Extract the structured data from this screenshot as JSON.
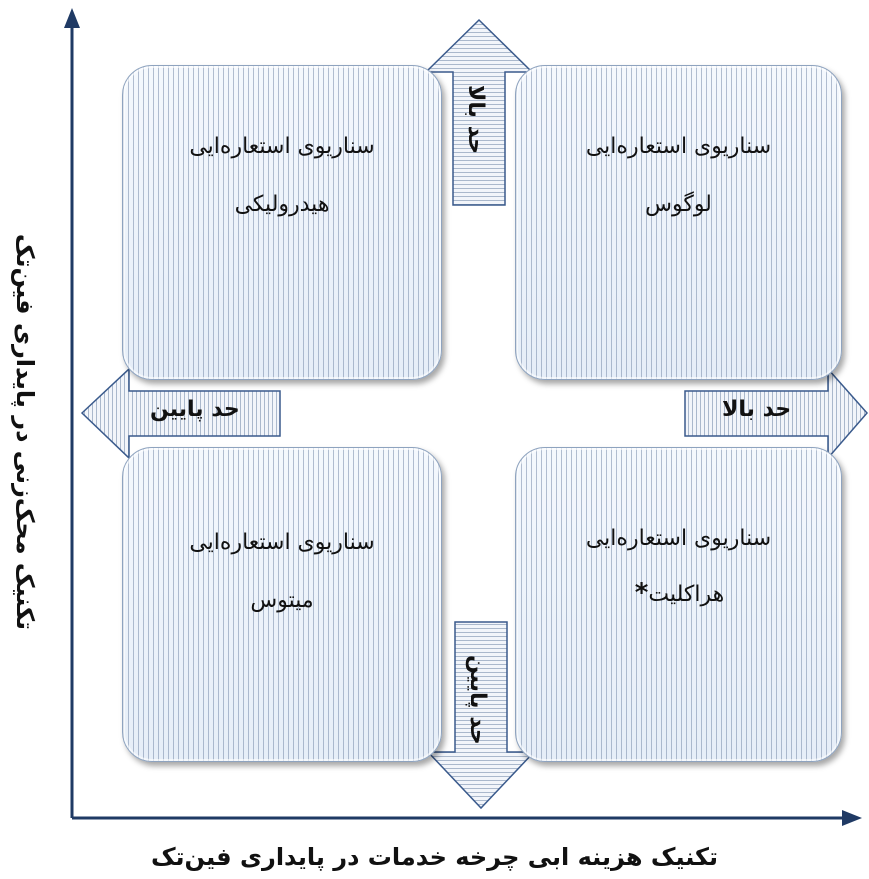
{
  "quadrants": {
    "top_left": {
      "line1": "سناریوی استعاره‌ایی",
      "line2": "هیدرولیکی"
    },
    "top_right": {
      "line1": "سناریوی استعاره‌ایی",
      "line2": "لوگوس"
    },
    "bottom_left": {
      "line1": "سناریوی استعاره‌ایی",
      "line2": "میتوس"
    },
    "bottom_right": {
      "line1": "سناریوی استعاره‌ایی",
      "line2": "هراکلیت",
      "marker": "*"
    }
  },
  "arrows": {
    "up": "حد بالا",
    "down": "حد پایین",
    "left": "حد پایین",
    "right": "حد بالا"
  },
  "axes": {
    "x_title": "تکنیک هزینه ابی چرخه خدمات در پایداری فین‌تک",
    "y_title": "تکنیک محک‌زنی در پایداری فین‌تک"
  },
  "colors": {
    "axis": "#1f3a64",
    "arrow_stroke": "#3a5a8c",
    "card_border": "#8ea3bf"
  }
}
